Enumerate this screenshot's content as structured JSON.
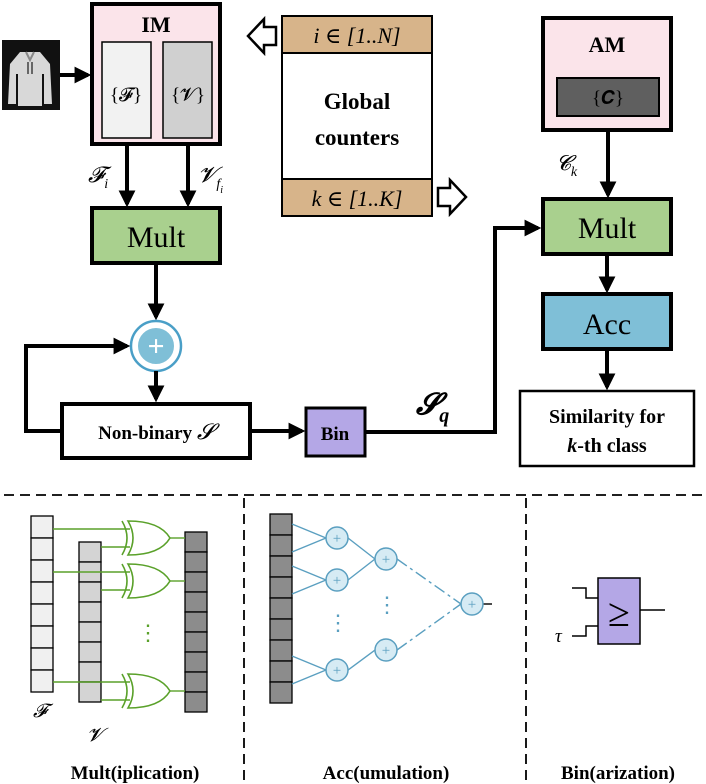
{
  "im": {
    "title": "IM",
    "f_set": "{𝓕}",
    "v_set": "{𝓥}",
    "f_i": "𝓕",
    "f_i_sub": "i",
    "v_fi": "𝓥",
    "v_fi_sub": "f",
    "v_fi_subsub": "i"
  },
  "counters": {
    "i_range": "i ∈ [1..N]",
    "label_line1": "Global",
    "label_line2": "counters",
    "k_range": "k ∈ [1..K]"
  },
  "am": {
    "title": "AM",
    "c_set": "{𝑪}",
    "c_k": "𝓒",
    "c_k_sub": "k"
  },
  "blocks": {
    "mult_left": "Mult",
    "mult_right": "Mult",
    "acc": "Acc",
    "plus": "+",
    "nonbinary_prefix": "Non-binary ",
    "nonbinary_symbol": "𝓢",
    "bin": "Bin",
    "sq": "𝓢",
    "sq_sub": "q",
    "similarity_line1": "Similarity for",
    "similarity_k": "k",
    "similarity_line2_rest": "-th class"
  },
  "details": {
    "mult_f_label": "𝓕",
    "mult_v_label": "𝓥",
    "mult_caption": "Mult(iplication)",
    "acc_caption": "Acc(umulation)",
    "bin_caption": "Bin(arization)",
    "tau": "τ",
    "geq": "≥",
    "dots_v": "⋮",
    "adder_plus": "+"
  },
  "colors": {
    "im_fill": "#fbe4ea",
    "am_fill": "#fbe4ea",
    "mult_fill": "#a9d08e",
    "acc_fill": "#7fbfd7",
    "bin_fill": "#b4a7e6",
    "counter_band": "#d7b48a",
    "f_fill": "#f2f2f2",
    "v_fill": "#d0d0d0",
    "c_fill": "#5f5f5f",
    "xor_stroke": "#5aa12a",
    "adder_stroke": "#5a9fc0",
    "adder_fill": "#d6ebf4",
    "plus_fill": "#7fbfd7",
    "plus_stroke": "#4a9fc7",
    "reg_dark": "#8c8c8c",
    "reg_light": "#f0f0f0",
    "reg_mid": "#d4d4d4"
  }
}
